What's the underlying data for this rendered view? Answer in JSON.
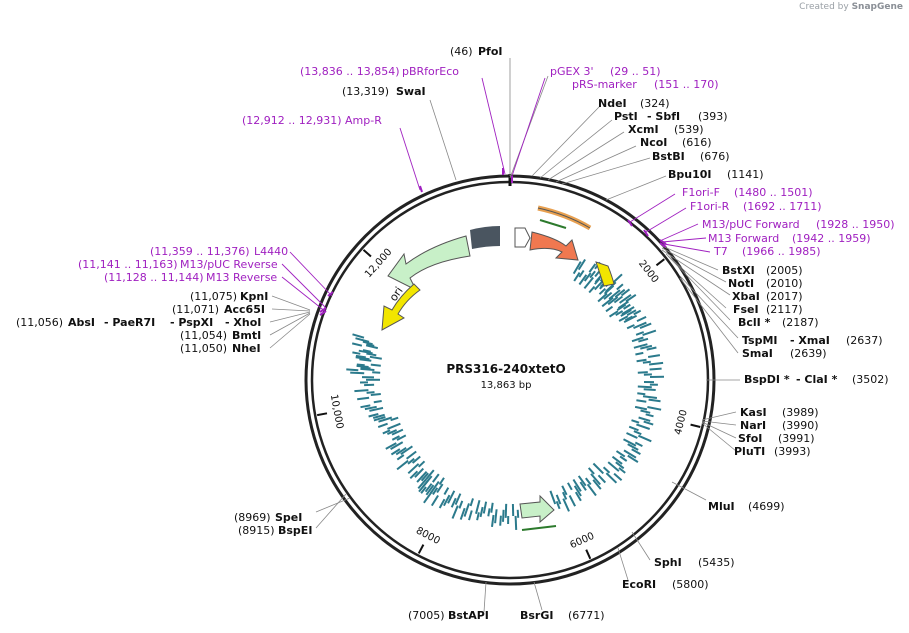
{
  "app": {
    "credit_prefix": "Created by",
    "credit_brand": "SnapGene"
  },
  "plasmid": {
    "name": "PRS316-240xtetO",
    "length": "13,863 bp"
  },
  "colors": {
    "backbone": "#222222",
    "primer": "#a020c0",
    "leader": "#888888",
    "feature_teal": "#2b7a8c",
    "feature_ori": "#f2e600",
    "feature_f1": "#f2e600",
    "feature_amp": "#f07850",
    "feature_gray": "#4a5560",
    "feature_green": "#c8f0c8"
  },
  "ticks": [
    {
      "label": "2000",
      "pos": 2000
    },
    {
      "label": "4000",
      "pos": 4000
    },
    {
      "label": "6000",
      "pos": 6000
    },
    {
      "label": "8000",
      "pos": 8000
    },
    {
      "label": "10,000",
      "pos": 10000
    },
    {
      "label": "12,000",
      "pos": 12000
    }
  ],
  "primers": [
    {
      "name": "pGEX 3'",
      "range": "(29 .. 51)"
    },
    {
      "name": "pRS-marker",
      "range": "(151 .. 170)"
    },
    {
      "name": "pBRforEco",
      "range": "(13,836 .. 13,854)"
    },
    {
      "name": "Amp-R",
      "range": "(12,912 .. 12,931)"
    },
    {
      "name": "F1ori-F",
      "range": "(1480 .. 1501)"
    },
    {
      "name": "F1ori-R",
      "range": "(1692 .. 1711)"
    },
    {
      "name": "M13/pUC Forward",
      "range": "(1928 .. 1950)"
    },
    {
      "name": "M13 Forward",
      "range": "(1942 .. 1959)"
    },
    {
      "name": "T7",
      "range": "(1966 .. 1985)"
    },
    {
      "name": "L4440",
      "range": "(11,359 .. 11,376)"
    },
    {
      "name": "M13/pUC Reverse",
      "range": "(11,141 .. 11,163)"
    },
    {
      "name": "M13 Reverse",
      "range": "(11,128 .. 11,144)"
    }
  ],
  "sites": [
    {
      "name": "PfoI",
      "pos": "(46)"
    },
    {
      "name": "SwaI",
      "pos": "(13,319)"
    },
    {
      "name": "NdeI",
      "pos": "(324)"
    },
    {
      "name": "PstI",
      "extra": "- SbfI",
      "pos": "(393)"
    },
    {
      "name": "XcmI",
      "pos": "(539)"
    },
    {
      "name": "NcoI",
      "pos": "(616)"
    },
    {
      "name": "BstBI",
      "pos": "(676)"
    },
    {
      "name": "Bpu10I",
      "pos": "(1141)"
    },
    {
      "name": "BstXI",
      "pos": "(2005)"
    },
    {
      "name": "NotI",
      "pos": "(2010)"
    },
    {
      "name": "XbaI",
      "pos": "(2017)"
    },
    {
      "name": "FseI",
      "pos": "(2117)"
    },
    {
      "name": "BclI *",
      "pos": "(2187)"
    },
    {
      "name": "TspMI",
      "extra": "- XmaI",
      "pos": "(2637)"
    },
    {
      "name": "SmaI",
      "pos": "(2639)"
    },
    {
      "name": "BspDI *",
      "extra": "- ClaI *",
      "pos": "(3502)"
    },
    {
      "name": "KasI",
      "pos": "(3989)"
    },
    {
      "name": "NarI",
      "pos": "(3990)"
    },
    {
      "name": "SfoI",
      "pos": "(3991)"
    },
    {
      "name": "PluTI",
      "pos": "(3993)"
    },
    {
      "name": "MluI",
      "pos": "(4699)"
    },
    {
      "name": "SphI",
      "pos": "(5435)"
    },
    {
      "name": "EcoRI",
      "pos": "(5800)"
    },
    {
      "name": "BsrGI",
      "pos": "(6771)"
    },
    {
      "name": "BstAPI",
      "pos": "(7005)"
    },
    {
      "name": "BspEI",
      "pos": "(8915)"
    },
    {
      "name": "SpeI",
      "pos": "(8969)"
    },
    {
      "name": "KpnI",
      "pos": "(11,075)"
    },
    {
      "name": "Acc65I",
      "pos": "(11,071)"
    },
    {
      "name": "AbsI",
      "extra1": "- PaeR7I",
      "extra2": "- PspXI",
      "extra3": "- XhoI",
      "pos": "(11,056)"
    },
    {
      "name": "BmtI",
      "pos": "(11,054)"
    },
    {
      "name": "NheI",
      "pos": "(11,050)"
    }
  ],
  "features": {
    "ori_label": "ori"
  }
}
